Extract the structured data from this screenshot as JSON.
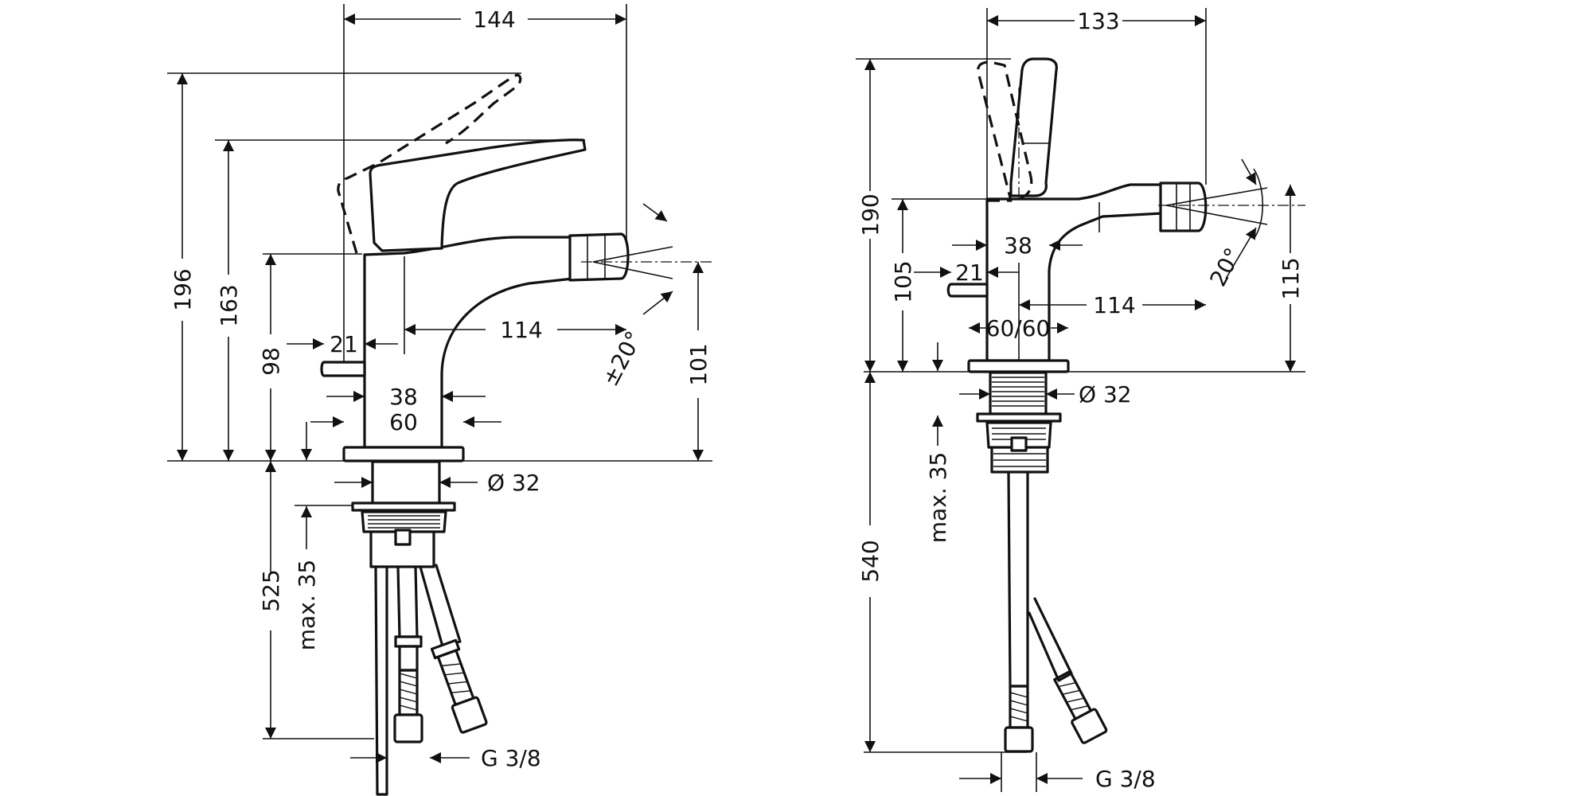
{
  "left_view": {
    "dims": {
      "width_total": "144",
      "height_total": "196",
      "height_handle": "163",
      "height_body": "98",
      "lever_offset": "21",
      "spout_reach": "114",
      "spout_angle": "±20°",
      "spout_height": "101",
      "body_width": "38",
      "base_width": "60",
      "shank_diameter": "Ø 32",
      "hose_length": "525",
      "max_thickness": "max. 35",
      "connection": "G 3/8"
    }
  },
  "right_view": {
    "dims": {
      "width_total": "133",
      "height_total": "190",
      "height_body": "105",
      "body_width": "38",
      "lever_offset": "21",
      "spout_reach": "114",
      "spout_angle": "20°",
      "spout_height": "115",
      "base_size": "60/60",
      "shank_diameter": "Ø 32",
      "max_thickness": "max. 35",
      "hose_length": "540",
      "connection": "G 3/8"
    }
  }
}
